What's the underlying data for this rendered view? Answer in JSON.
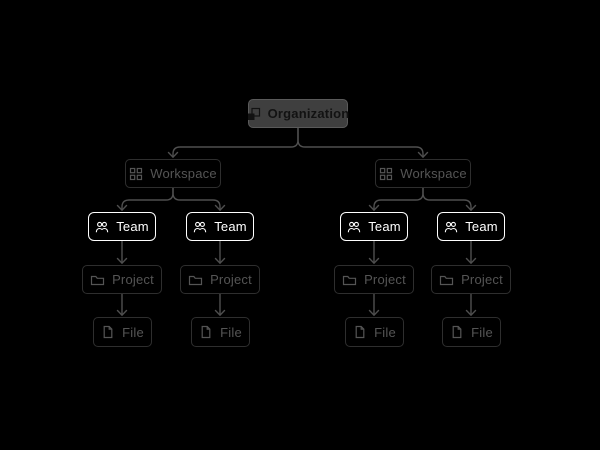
{
  "diagram": {
    "type": "hierarchy-tree",
    "description": "Organization structure diagram on black background",
    "labels": {
      "organization": "Organization",
      "workspace": "Workspace",
      "team": "Team",
      "project": "Project",
      "file": "File"
    },
    "icons": {
      "organization": "organization-blocks-icon",
      "workspace": "grid-icon",
      "team": "users-icon",
      "project": "folder-icon",
      "file": "document-icon"
    },
    "counts": {
      "organization": 1,
      "workspace": 2,
      "team": 4,
      "project": 4,
      "file": 4
    },
    "structure": {
      "root": "Organization",
      "workspaces_per_organization": 2,
      "teams_per_workspace": 2,
      "projects_per_team": 1,
      "files_per_project": 1
    },
    "highlighted_level": "Team",
    "colors": {
      "background": "#000000",
      "organization_box_bg": "#3f3f3f",
      "organization_box_border": "#5a5a5a",
      "organization_text": "#121212",
      "muted_box_border": "#2e2e2e",
      "muted_text": "#555555",
      "highlight_border": "#ffffff",
      "highlight_text": "#ffffff",
      "connector_line": "#4f4f4f"
    }
  }
}
